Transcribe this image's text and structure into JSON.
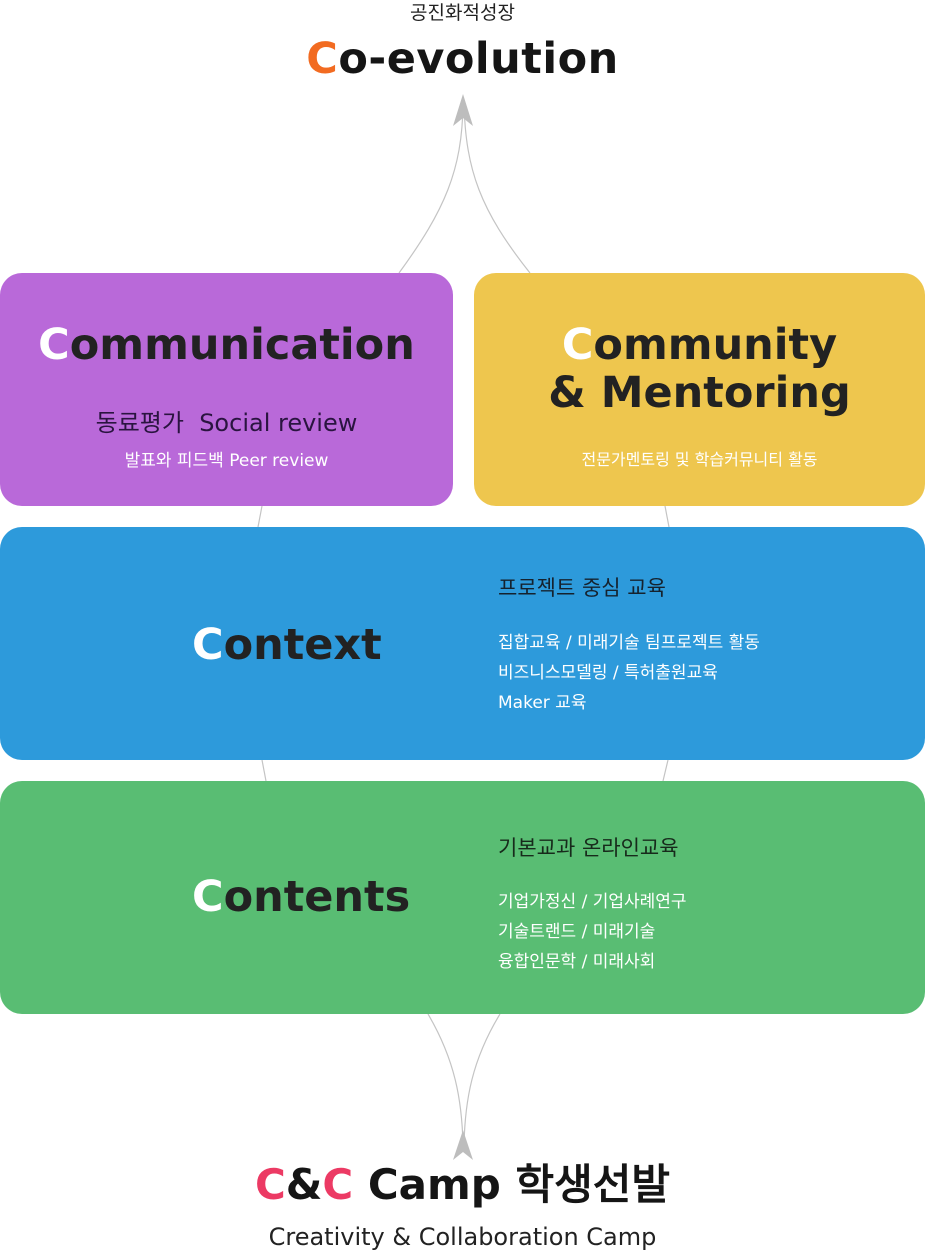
{
  "header": {
    "subtitle": "공진화적성장",
    "title_initial": "C",
    "title_rest": "o-evolution"
  },
  "cards": {
    "communication": {
      "title_initial": "C",
      "title_rest": "ommunication",
      "subtitle": "동료평가  Social review",
      "detail": "발표와 피드백 Peer review"
    },
    "community": {
      "title_initial": "C",
      "title_line1_rest": "ommunity",
      "title_line2": "& Mentoring",
      "detail": "전문가멘토링 및 학습커뮤니티 활동"
    },
    "context": {
      "title_initial": "C",
      "title_rest": "ontext",
      "heading": "프로젝트 중심 교육",
      "items": [
        "집합교육 / 미래기술 팀프로젝트 활동",
        "비즈니스모델링 / 특허출원교육",
        "Maker 교육"
      ]
    },
    "contents": {
      "title_initial": "C",
      "title_rest": "ontents",
      "heading": "기본교과 온라인교육",
      "items": [
        "기업가정신 / 기업사례연구",
        "기술트랜드 / 미래기술",
        "융합인문학 / 미래사회"
      ]
    }
  },
  "footer": {
    "title_c1": "C",
    "title_amp": "&",
    "title_c2": "C",
    "title_rest": " Camp 학생선발",
    "subtitle": "Creativity & Collaboration Camp"
  },
  "colors": {
    "orange_accent": "#f26b21",
    "pink_accent": "#ec3a64",
    "communication_bg": "#b969d9",
    "community_bg": "#eec64e",
    "context_bg": "#2d9adb",
    "contents_bg": "#59bd73",
    "connector_line": "#bbbbbb"
  }
}
